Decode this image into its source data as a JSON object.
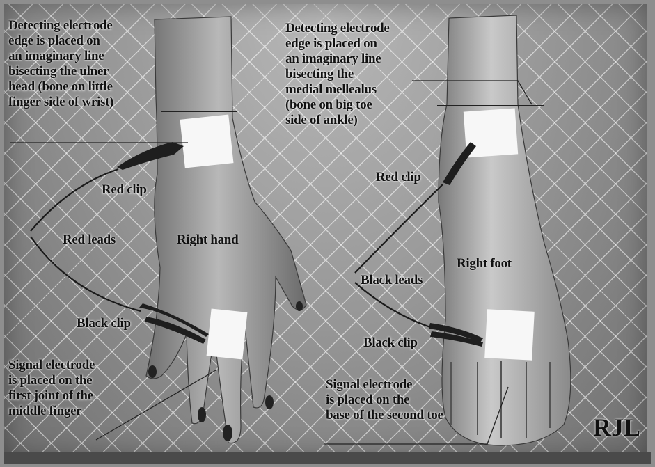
{
  "annotations": {
    "hand_edge": "Detecting electrode\nedge is placed on\nan imaginary line\nbisecting the ulner\nhead (bone on little\nfinger side of wrist)",
    "foot_edge": "Detecting electrode\nedge is placed on\nan imaginary line\nbisecting the\nmedial mellealus\n(bone on big toe\nside of ankle)",
    "hand_red_clip": "Red clip",
    "hand_red_leads": "Red leads",
    "hand_name": "Right hand",
    "hand_black_clip": "Black clip",
    "hand_signal": "Signal electrode\nis placed on the\nfirst joint of the\nmiddle finger",
    "foot_red_clip": "Red clip",
    "foot_name": "Right foot",
    "foot_black_leads": "Black leads",
    "foot_black_clip": "Black clip",
    "foot_signal": "Signal electrode\nis placed on the\nbase of the second toe",
    "signature": "RJL"
  },
  "colors": {
    "skin_light": "#b7b7b7",
    "skin_dark": "#6a6a6a",
    "electrode_pad": "#f7f7f7",
    "clip": "#1e1e1e",
    "lead_wire": "#1a1a1a",
    "grid_line": "#ffffff"
  }
}
